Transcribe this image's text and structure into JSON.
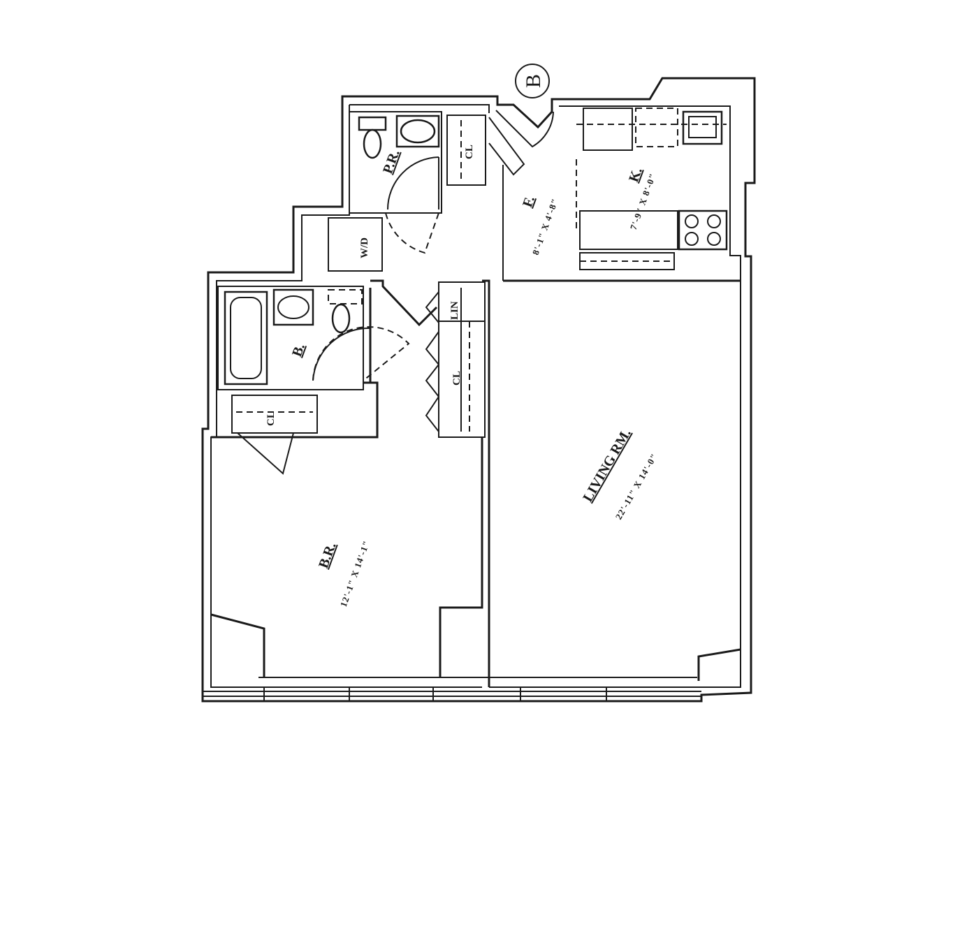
{
  "unit_badge": "B",
  "rooms": {
    "powder_room": {
      "label": "P.R."
    },
    "closet_foyer": {
      "label": "CL"
    },
    "foyer": {
      "label": "F.",
      "dims": "8'-1\" X 4'-8\""
    },
    "kitchen": {
      "label": "K.",
      "dims": "7'-9\" X 8'-0\""
    },
    "washer_dryer": {
      "label": "W/D"
    },
    "bath": {
      "label": "B."
    },
    "linen": {
      "label": "LIN"
    },
    "closet_hall": {
      "label": "CL"
    },
    "closet_bedroom": {
      "label": "CL"
    },
    "living_room": {
      "label": "LIVING RM.",
      "dims": "22'-11\" X 14'-0\""
    },
    "bedroom": {
      "label": "B.R.",
      "dims": "12'-1\" X 14'-1\""
    }
  }
}
